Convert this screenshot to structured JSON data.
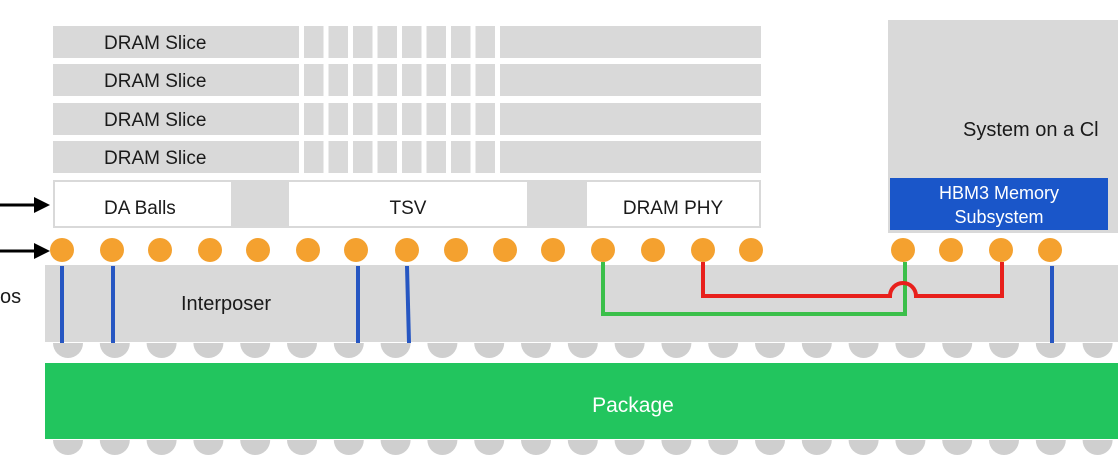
{
  "dram_stack": {
    "slices": [
      "DRAM Slice",
      "DRAM Slice",
      "DRAM Slice",
      "DRAM Slice"
    ],
    "base_die": {
      "da_balls": "DA Balls",
      "tsv": "TSV",
      "dram_phy": "DRAM PHY"
    }
  },
  "soc": {
    "label": "System on a Cl",
    "hbm_line1": "HBM3 Memory",
    "hbm_line2": "Subsystem"
  },
  "interposer": {
    "label": "Interposer",
    "edge_label": "os"
  },
  "package": {
    "label": "Package"
  },
  "colors": {
    "slice_gray": "#d9d9d9",
    "base_white": "#ffffff",
    "microbump": "#f4a12f",
    "package_green": "#22c55e",
    "hbm_blue": "#1a56c9",
    "via_blue": "#2656c2",
    "trace_red": "#e8201c",
    "trace_green": "#3bbf4a",
    "bump_gray": "#cfcfcf"
  }
}
